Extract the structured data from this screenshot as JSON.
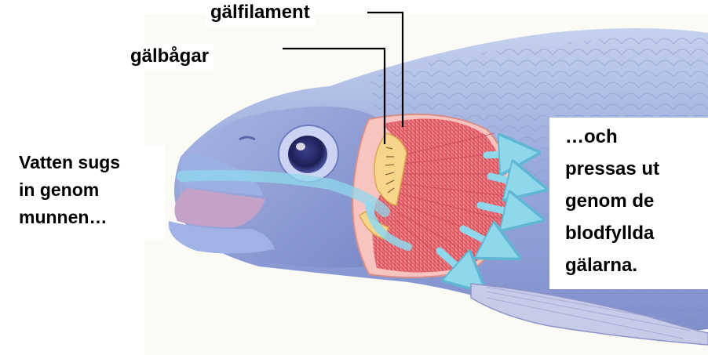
{
  "labels": {
    "gill_filaments": "gälfilament",
    "gill_arches": "gälbågar",
    "water_in": [
      "Vatten sugs",
      "in genom",
      "munnen…"
    ],
    "water_out": [
      "…och",
      "pressas ut",
      "genom de",
      "blodfyllda",
      "gälarna."
    ]
  },
  "colors": {
    "fish_body": "#8fa0d6",
    "fish_back": "#b8c7e8",
    "gill_red": "#e96b73",
    "gill_arch": "#f7d58a",
    "water_arrow": "#8fd8ec",
    "background": "#fbfaf4"
  }
}
